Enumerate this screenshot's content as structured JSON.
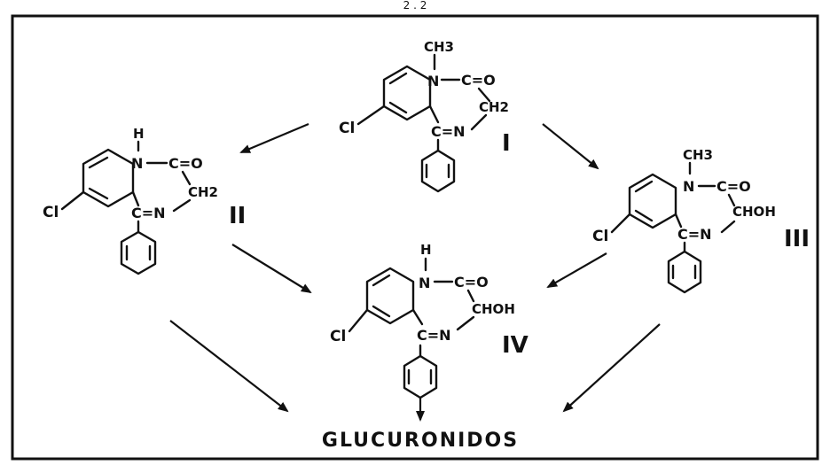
{
  "page_mark": "2 . 2",
  "compounds": {
    "I": {
      "numeral": "I",
      "substituents": {
        "n_sub": "CH3",
        "carbonyl": "C=O",
        "c3": "CH2",
        "imine": "C=N",
        "chloro": "Cl",
        "n": "N"
      }
    },
    "II": {
      "numeral": "II",
      "substituents": {
        "n_sub": "H",
        "carbonyl": "C=O",
        "c3": "CH2",
        "imine": "C=N",
        "chloro": "Cl",
        "n": "N"
      }
    },
    "III": {
      "numeral": "III",
      "substituents": {
        "n_sub": "CH3",
        "carbonyl": "C=O",
        "c3": "CHOH",
        "imine": "C=N",
        "chloro": "Cl",
        "n": "N"
      }
    },
    "IV": {
      "numeral": "IV",
      "substituents": {
        "n_sub": "H",
        "carbonyl": "C=O",
        "c3": "CHOH",
        "imine": "C=N",
        "chloro": "Cl",
        "n": "N"
      }
    }
  },
  "product_label": "GLUCURONIDOS",
  "colors": {
    "ink": "#111111",
    "paper": "#ffffff"
  }
}
